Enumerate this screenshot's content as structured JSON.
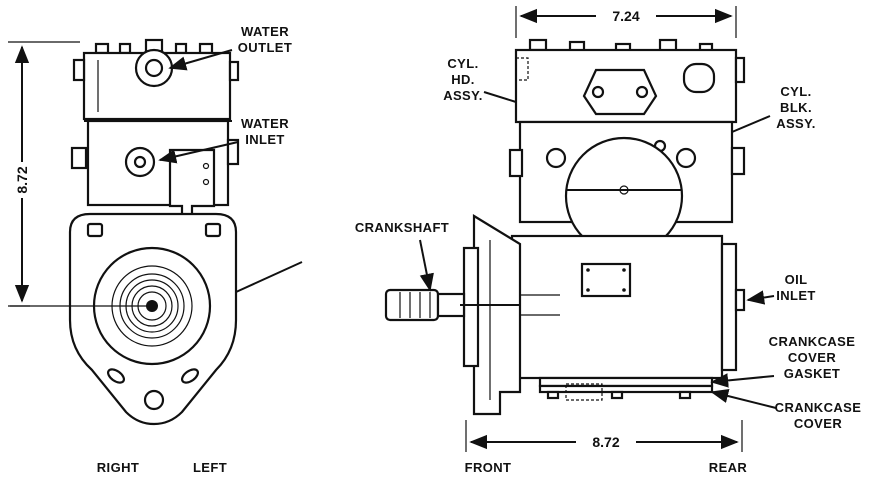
{
  "labels": {
    "water_outlet": [
      "WATER",
      "OUTLET"
    ],
    "water_inlet": [
      "WATER",
      "INLET"
    ],
    "cyl_hd_assy": [
      "CYL.",
      "HD.",
      "ASSY."
    ],
    "cyl_blk_assy": [
      "CYL.",
      "BLK.",
      "ASSY."
    ],
    "crankshaft": "CRANKSHAFT",
    "oil_inlet": [
      "OIL",
      "INLET"
    ],
    "crankcase_cover_gasket": [
      "CRANKCASE",
      "COVER",
      "GASKET"
    ],
    "crankcase_cover": [
      "CRANKCASE",
      "COVER"
    ]
  },
  "dimensions": {
    "height": "8.72",
    "top_width": "7.24",
    "bottom_length": "8.72"
  },
  "view_labels": {
    "right": "RIGHT",
    "left": "LEFT",
    "front": "FRONT",
    "rear": "REAR"
  },
  "colors": {
    "ink": "#111111",
    "paper": "#ffffff"
  }
}
